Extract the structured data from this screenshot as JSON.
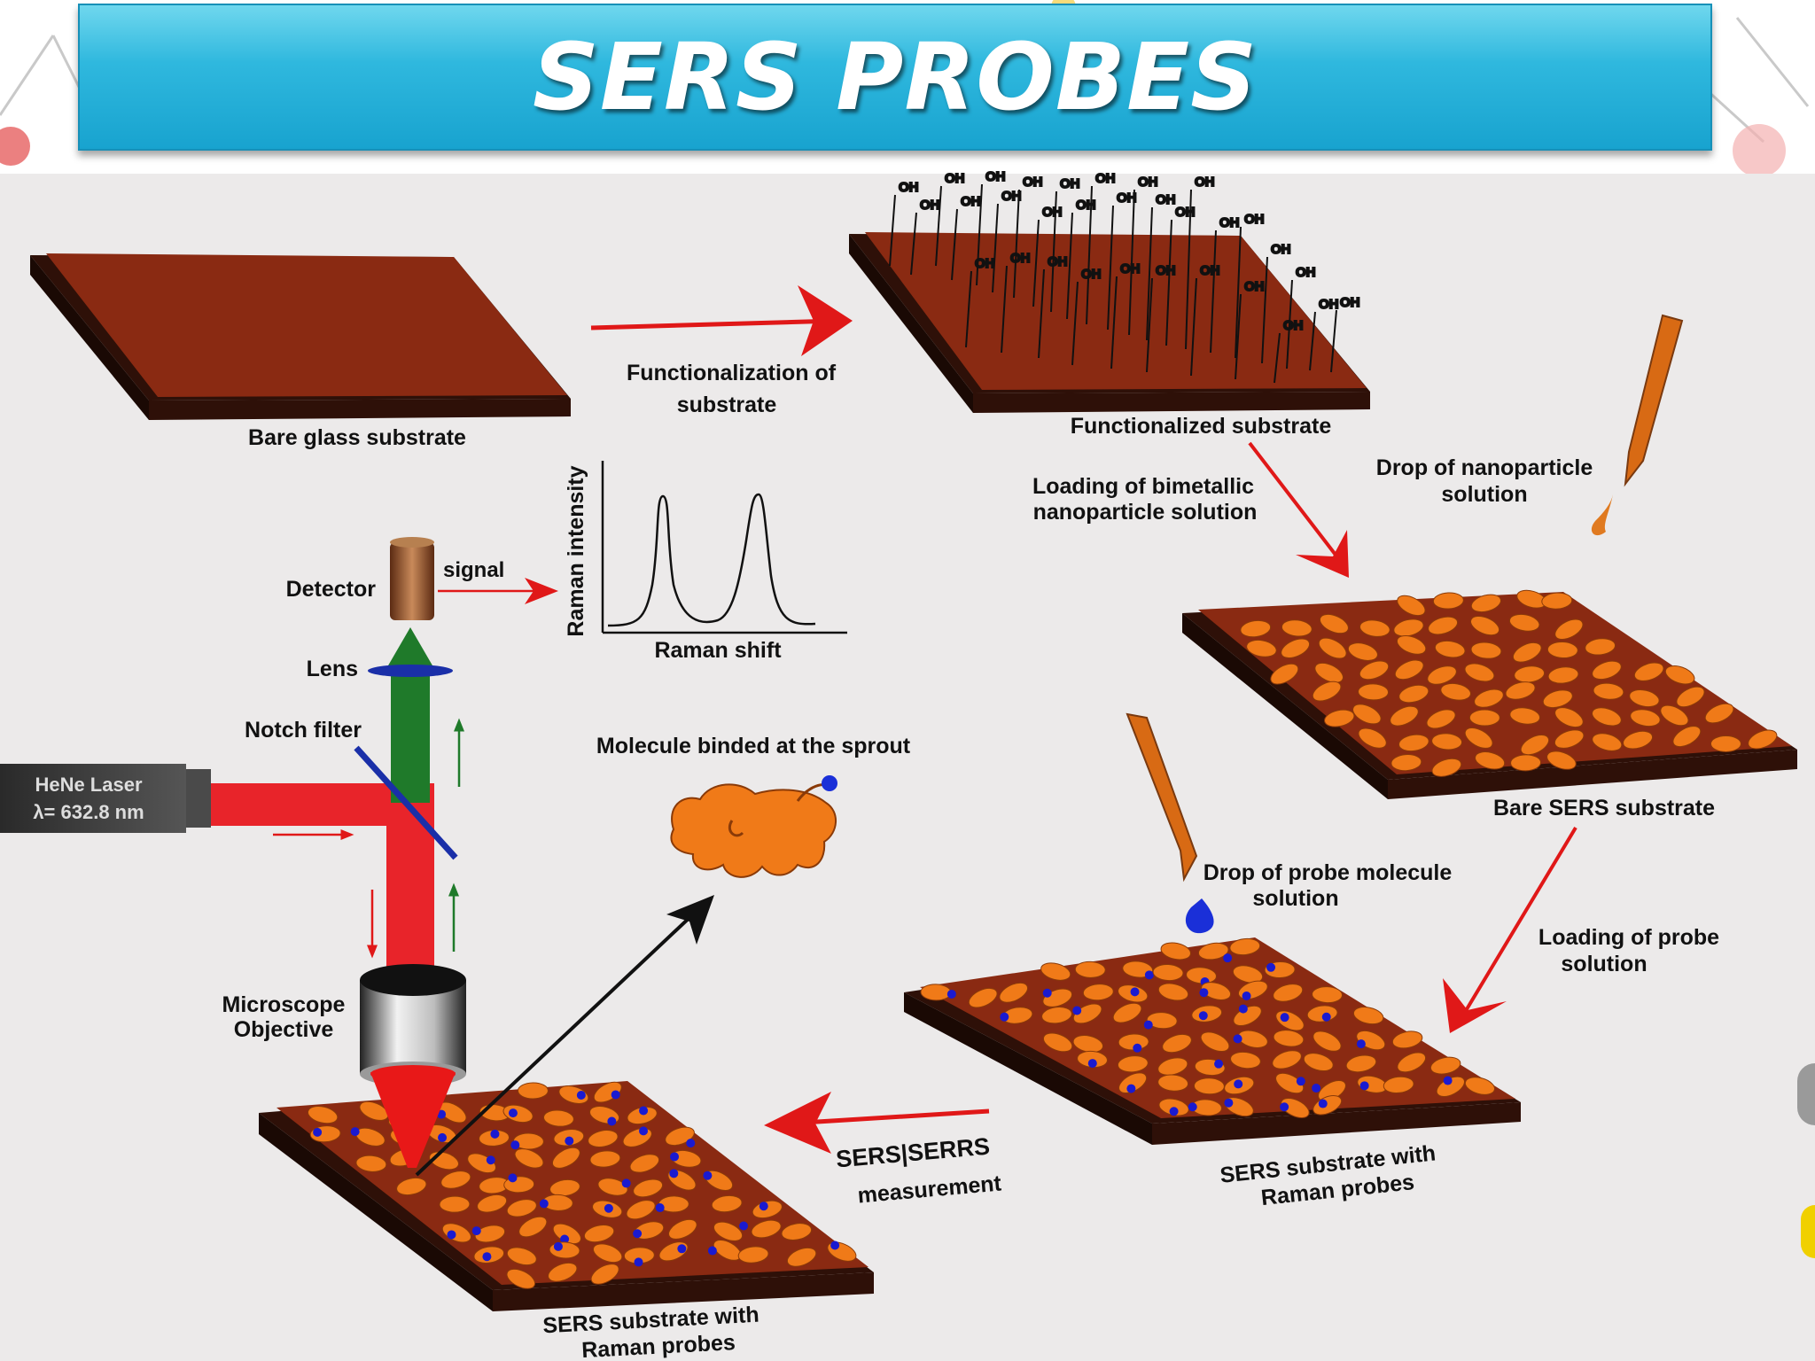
{
  "slide": {
    "title": "SERS PROBES"
  },
  "diagram": {
    "labels": {
      "bare_glass": "Bare glass substrate",
      "functionalization_1": "Functionalization of",
      "functionalization_2": "substrate",
      "functionalized": "Functionalized substrate",
      "loading_bimetallic_1": "Loading of bimetallic",
      "loading_bimetallic_2": "nanoparticle solution",
      "drop_np_1": "Drop of nanoparticle",
      "drop_np_2": "solution",
      "bare_sers": "Bare SERS substrate",
      "drop_probe_1": "Drop of probe molecule",
      "drop_probe_2": "solution",
      "loading_probe_1": "Loading of probe",
      "loading_probe_2": "solution",
      "sers_with_probes_right_1": "SERS substrate with",
      "sers_with_probes_right_2": "Raman probes",
      "sers_serrs_1": "SERS|SERRS",
      "sers_serrs_2": "measurement",
      "sers_with_probes_left_1": "SERS substrate with",
      "sers_with_probes_left_2": "Raman probes",
      "molecule_binded": "Molecule binded at the sprout",
      "detector": "Detector",
      "signal": "signal",
      "lens": "Lens",
      "notch_filter": "Notch filter",
      "laser_1": "HeNe Laser",
      "laser_2": "λ= 632.8 nm",
      "microscope_1": "Microscope",
      "microscope_2": "Objective",
      "raman_intensity": "Raman intensity",
      "raman_shift": "Raman shift",
      "oh": "OH"
    },
    "colors": {
      "substrate_top": "#8a2a12",
      "substrate_side": "#2e1008",
      "nanoparticle": "#f07a18",
      "probe_dot": "#1a1ad0",
      "arrow_red": "#e01818",
      "beam_red": "#e8242a",
      "beam_green": "#1f7a2a"
    }
  }
}
